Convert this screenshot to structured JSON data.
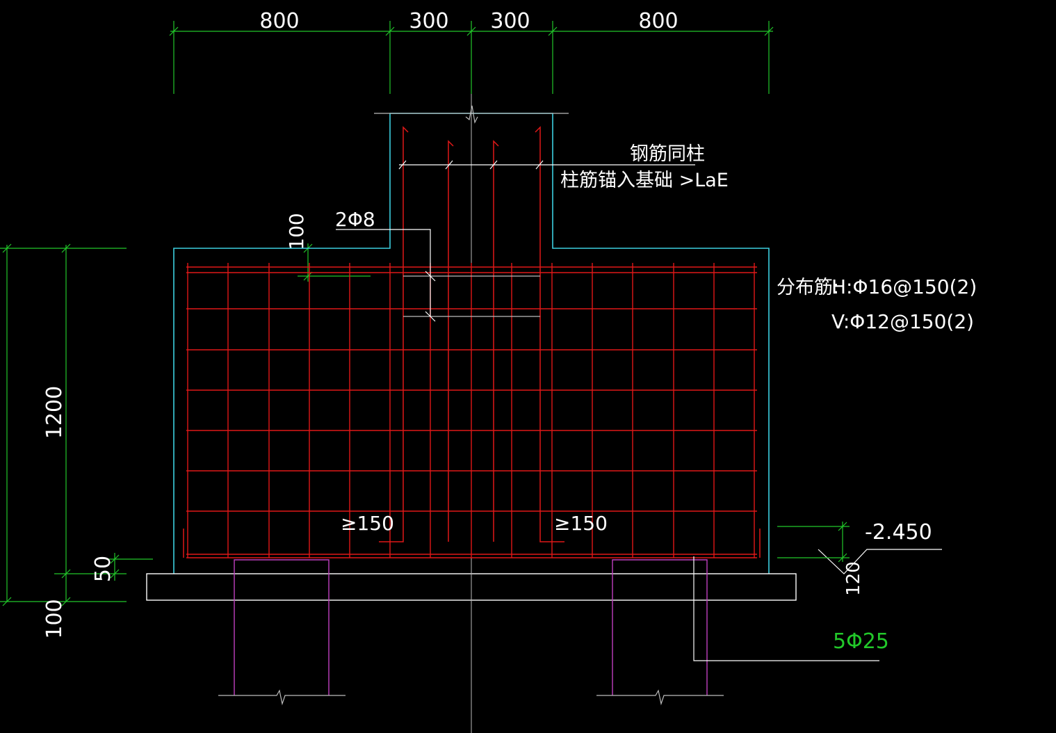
{
  "colors": {
    "background": "#000000",
    "dimension": "#22c82a",
    "concrete": "#3ccfe0",
    "rebar": "#e01818",
    "pile": "#c040c0",
    "annotation": "#ffffff",
    "grid": "#bdbdbd"
  },
  "dimensions": {
    "top": [
      "800",
      "300",
      "300",
      "800"
    ],
    "left_1200": "1200",
    "left_50": "50",
    "left_100": "100",
    "cover_100": "100",
    "elev_120": "120"
  },
  "labels": {
    "rebar_same_as_column": "钢筋同柱",
    "column_rebar_anchor": "柱筋锚入基础 >LaE",
    "stirrup": "2Φ8",
    "dist_title": "分布筋:",
    "dist_h": "H:Φ16@150(2)",
    "dist_v": "V:Φ12@150(2)",
    "min_150_left": "≥150",
    "min_150_right": "≥150",
    "elevation": "-2.450",
    "pile_rebar": "5Φ25"
  }
}
